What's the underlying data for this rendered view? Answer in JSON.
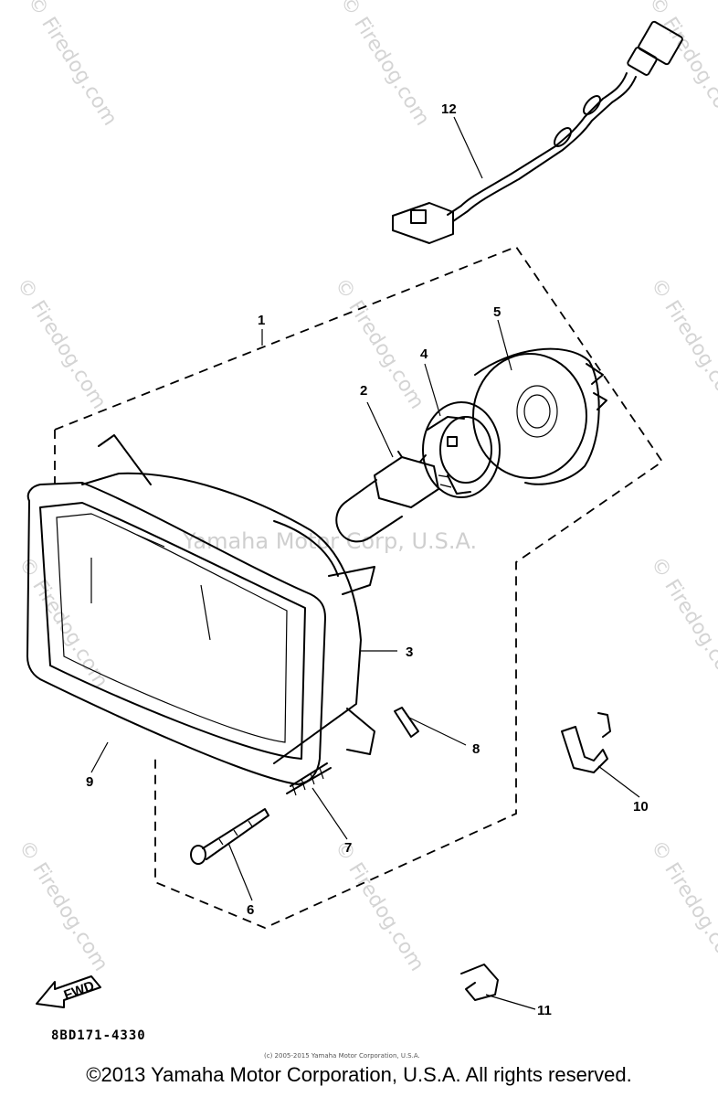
{
  "watermarks": [
    {
      "text": "© Firedog.com"
    },
    {
      "text": "Yamaha Motor Corp, U.S.A."
    }
  ],
  "callouts": [
    "1",
    "2",
    "3",
    "4",
    "5",
    "6",
    "7",
    "8",
    "9",
    "10",
    "11",
    "12"
  ],
  "fwd_label": "FWD",
  "part_code": "8BD171-4330",
  "small_copyright": "(c) 2005-2015 Yamaha Motor Corporation, U.S.A.",
  "copyright": "©2013 Yamaha Motor Corporation, U.S.A. All rights reserved."
}
